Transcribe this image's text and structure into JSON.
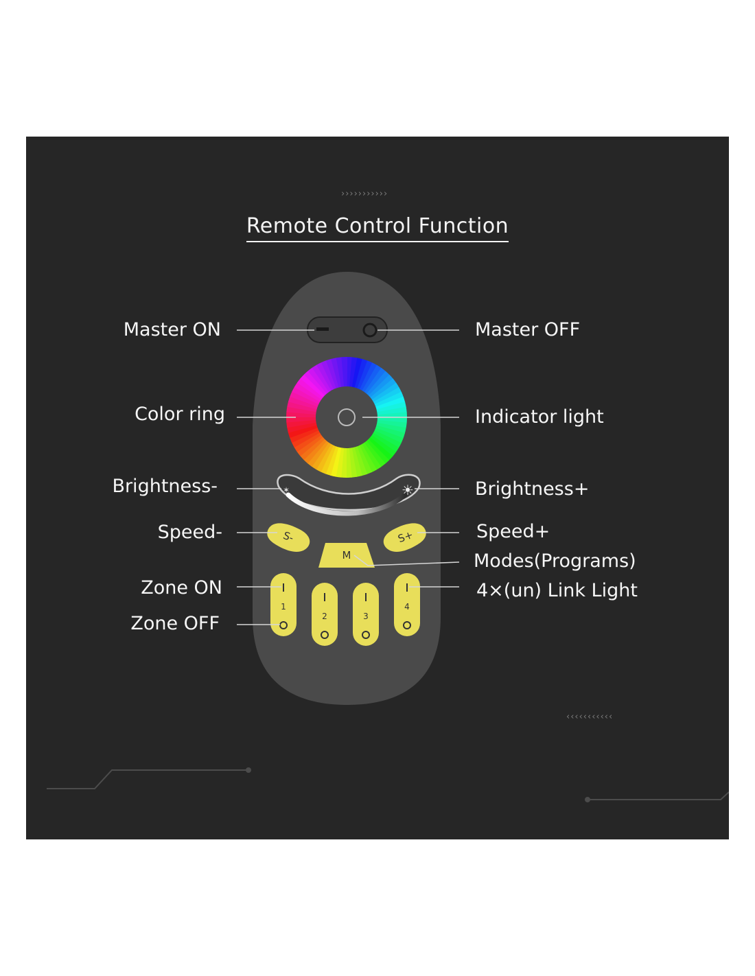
{
  "header": {
    "deco_top": "›››››››››››",
    "title": "Remote Control Function",
    "deco_bottom": "‹‹‹‹‹‹‹‹‹‹‹"
  },
  "labels_left": {
    "master_on": "Master ON",
    "color_ring": "Color ring",
    "brightness_minus": "Brightness-",
    "speed_minus": "Speed-",
    "zone_on": "Zone ON",
    "zone_off": "Zone OFF"
  },
  "labels_right": {
    "master_off": "Master OFF",
    "indicator_light": "Indicator light",
    "brightness_plus": "Brightness+",
    "speed_plus": "Speed+",
    "modes": "Modes(Programs)",
    "link_light": "4×(un) Link Light"
  },
  "remote": {
    "speed_minus_btn": "S-",
    "speed_plus_btn": "S+",
    "mode_btn": "M",
    "zones": [
      "1",
      "2",
      "3",
      "4"
    ]
  },
  "colors": {
    "background": "#262626",
    "remote_body": "#4a4a4a",
    "button_yellow": "#e8de5a",
    "text": "#f6f6f6"
  }
}
